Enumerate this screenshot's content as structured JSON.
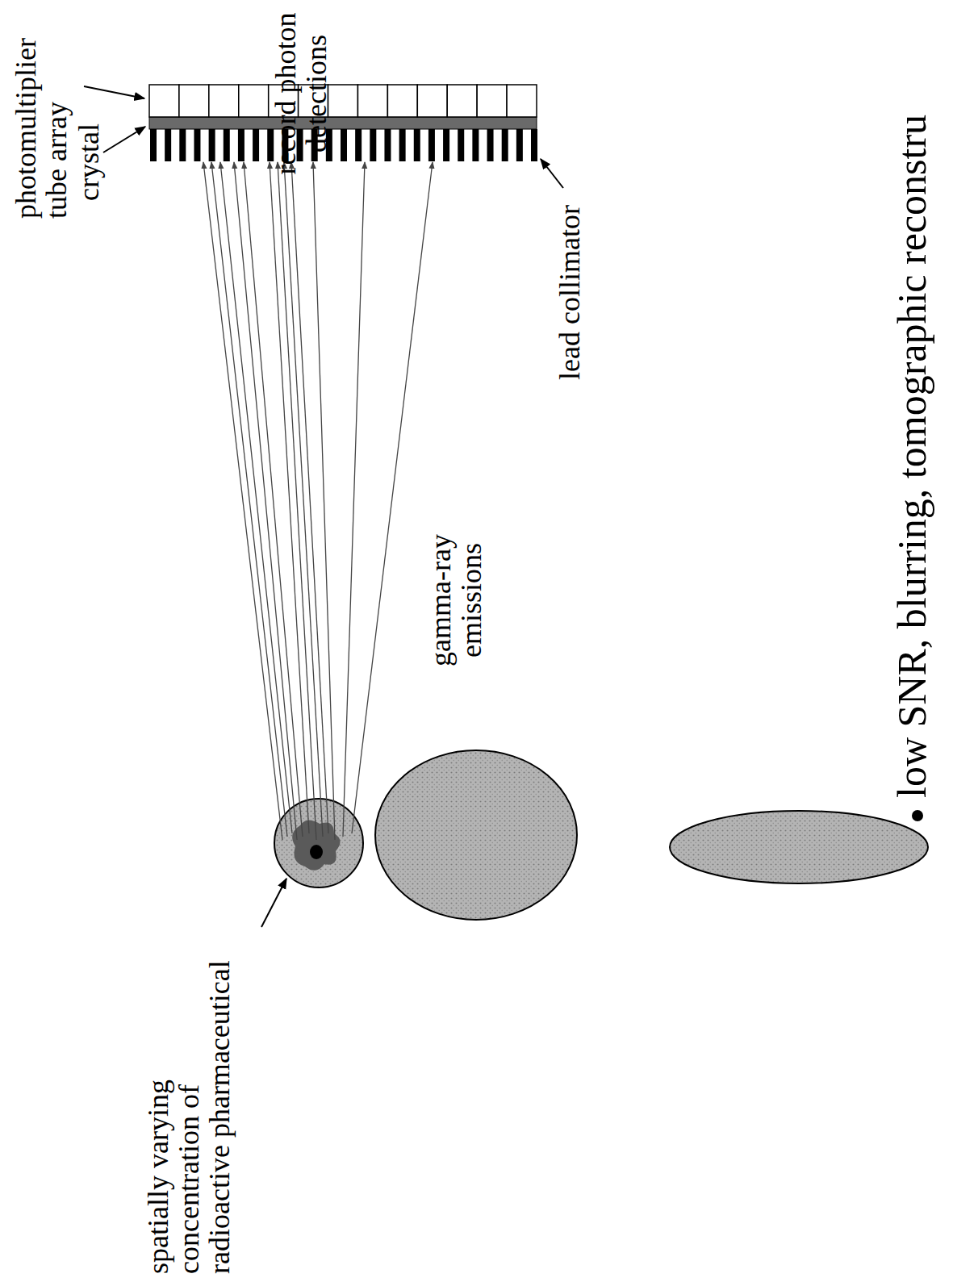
{
  "diagram": {
    "labels": [
      "photomultiplier tube array",
      "crystal",
      "record photon detections",
      "spatially varying concentration of radioactive pharmaceutical",
      "gamma-ray emissions",
      "lead collimator",
      "low SNR, blurring, tomographic reconstru"
    ]
  }
}
